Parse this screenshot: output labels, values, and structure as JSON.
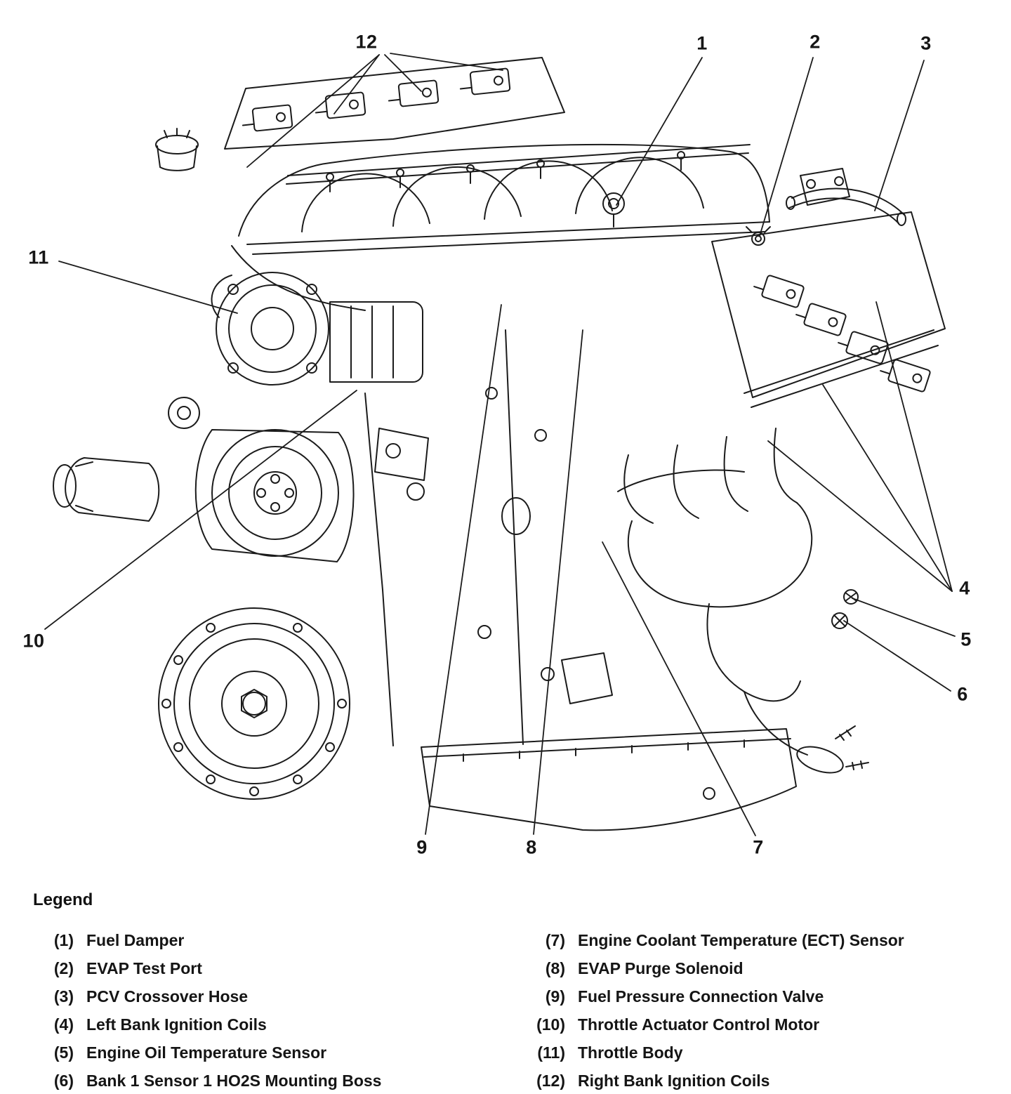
{
  "ink_color": "#1b1b1b",
  "background_color": "#ffffff",
  "callouts": [
    "1",
    "2",
    "3",
    "4",
    "5",
    "6",
    "7",
    "8",
    "9",
    "10",
    "11",
    "12"
  ],
  "legend": {
    "heading": "Legend",
    "left": [
      {
        "num": "(1)",
        "label": "Fuel Damper"
      },
      {
        "num": "(2)",
        "label": "EVAP Test Port"
      },
      {
        "num": "(3)",
        "label": "PCV Crossover Hose"
      },
      {
        "num": "(4)",
        "label": "Left Bank Ignition Coils"
      },
      {
        "num": "(5)",
        "label": "Engine Oil Temperature Sensor"
      },
      {
        "num": "(6)",
        "label": "Bank 1 Sensor 1 HO2S Mounting Boss"
      }
    ],
    "right": [
      {
        "num": "(7)",
        "label": "Engine Coolant Temperature (ECT) Sensor"
      },
      {
        "num": "(8)",
        "label": "EVAP Purge Solenoid"
      },
      {
        "num": "(9)",
        "label": "Fuel Pressure Connection Valve"
      },
      {
        "num": "(10)",
        "label": "Throttle Actuator Control Motor"
      },
      {
        "num": "(11)",
        "label": "Throttle Body"
      },
      {
        "num": "(12)",
        "label": "Right Bank Ignition Coils"
      }
    ]
  }
}
